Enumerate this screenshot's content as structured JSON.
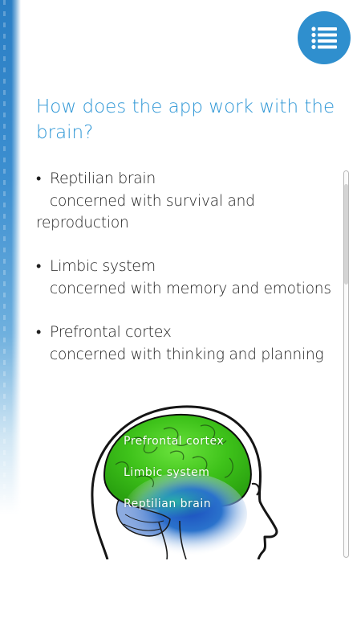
{
  "header": {
    "menu_icon": "list-menu-icon",
    "accent_color": "#2f8fce"
  },
  "title": "How does the app work with the brain?",
  "items": [
    {
      "heading": "Reptilian brain",
      "description": "concerned with survival and reproduction"
    },
    {
      "heading": "Limbic system",
      "description": "concerned with memory and emotions"
    },
    {
      "heading": "Prefrontal cortex",
      "description": "concerned with thinking and planning"
    }
  ],
  "illustration": {
    "labels": {
      "prefrontal": "Prefrontal cortex",
      "limbic": "Limbic system",
      "reptilian": "Reptilian brain"
    },
    "colors": {
      "green": "#3ec21a",
      "blue": "#1c5fc4"
    }
  }
}
